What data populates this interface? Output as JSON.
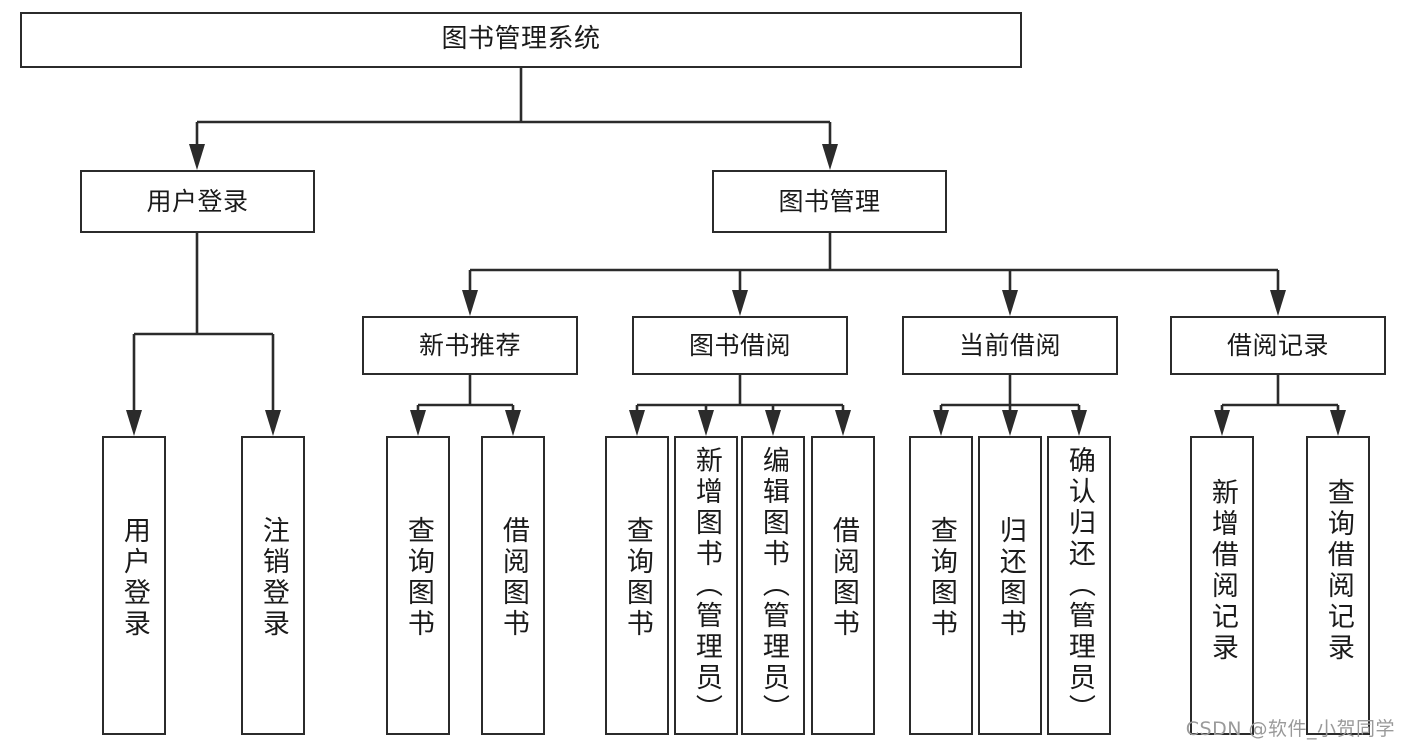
{
  "diagram": {
    "type": "tree",
    "title": "图书管理系统",
    "root": {
      "label": "图书管理系统"
    },
    "level1": [
      {
        "label": "用户登录"
      },
      {
        "label": "图书管理"
      }
    ],
    "level2": [
      {
        "label": "新书推荐"
      },
      {
        "label": "图书借阅"
      },
      {
        "label": "当前借阅"
      },
      {
        "label": "借阅记录"
      }
    ],
    "leaves": {
      "user_login": [
        {
          "label": "用户登录"
        },
        {
          "label": "注销登录"
        }
      ],
      "new_book": [
        {
          "label": "查询图书"
        },
        {
          "label": "借阅图书"
        }
      ],
      "book_borrow": [
        {
          "label": "查询图书"
        },
        {
          "label": "新增图书（管理员）"
        },
        {
          "label": "编辑图书（管理员）"
        },
        {
          "label": "借阅图书"
        }
      ],
      "current_borrow": [
        {
          "label": "查询图书"
        },
        {
          "label": "归还图书"
        },
        {
          "label": "确认归还（管理员）"
        }
      ],
      "borrow_record": [
        {
          "label": "新增借阅记录"
        },
        {
          "label": "查询借阅记录"
        }
      ]
    }
  },
  "watermark": {
    "text": "CSDN @软件_小贺同学"
  },
  "colors": {
    "stroke": "#2b2b2b",
    "fill": "#ffffff",
    "text": "#1a1a1a",
    "watermark": "#9a9a9a"
  }
}
